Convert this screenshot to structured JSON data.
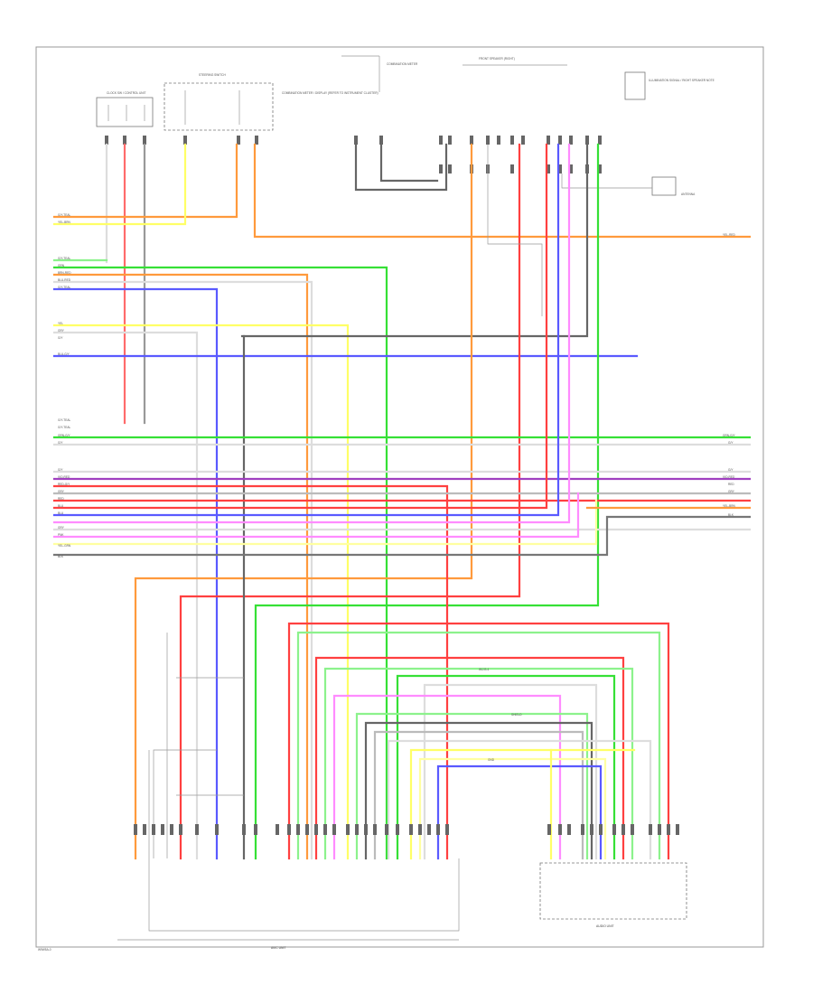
{
  "footer": {
    "page_code": "W9W5A-0",
    "main_component": "AVIC UNIT"
  },
  "components": {
    "clock_switch": "CLOCK SW / CONTROL UNIT",
    "steering_switch": "STEERING SWITCH",
    "combination_meter": "COMBINATION METER",
    "front_speaker": "FRONT SPEAKER (RIGHT)",
    "amplifier": "AUDIO UNIT",
    "antenna": "ANTENNA"
  },
  "notes": {
    "meter_note": "COMBINATION METER / DISPLAY (REFER TO INSTRUMENT CLUSTER)",
    "right_note": "ILLUMINATION SIGNAL / RIGHT SPEAKER NOTE",
    "midbus_1": "W/J B 4",
    "midbus_2": "SHIELD",
    "midbus_3": "GND"
  },
  "left_labels": {
    "g1": [
      "G/Y-TEAL",
      "YEL-BRN"
    ],
    "g2": [
      "G/Y-TEAL",
      "GRN",
      "BRN-RED",
      "BLU-RED",
      "G/Y-TEAL"
    ],
    "g3": [
      "YEL",
      "GRY",
      "G/Y",
      "BLU-G/Y"
    ],
    "g4": [
      "G/Y-TEAL",
      "G/Y-TEAL",
      "GRN-G/Y",
      "G/Y"
    ],
    "g5": [
      "G/Y",
      "VIO-RED",
      "RED-G/Y",
      "GRY",
      "RED",
      "BLU",
      "BLU",
      "GRY",
      "PNK",
      "YEL-GRN",
      "BLK"
    ]
  },
  "right_labels": {
    "r1": [
      "YEL-RED"
    ],
    "r2": [
      "GRN-G/Y",
      "G/Y"
    ],
    "r3": [
      "G/Y",
      "VIO-RED",
      "RED",
      "GRY",
      "YEL-BRN",
      "BLK"
    ]
  },
  "colors": {
    "orange": "#ff9a3c",
    "red": "#ff4040",
    "green": "#36e036",
    "blue": "#5a5aff",
    "yellow": "#ffff66",
    "gray": "#9a9a9a",
    "black": "#555555",
    "pink": "#ff8cff",
    "violet": "#a040c0",
    "lightgreen": "#8cf28c",
    "lightyellow": "#ffffa0"
  }
}
